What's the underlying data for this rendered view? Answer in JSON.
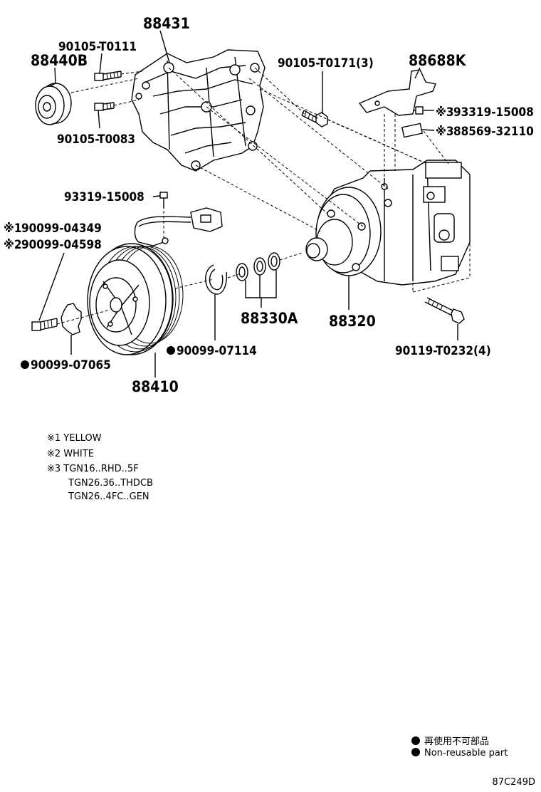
{
  "parts": {
    "bracket": "88431",
    "idler_pulley": "88440B",
    "bolt_top": "90105-T0111",
    "bolt_lower": "90105-T0083",
    "bolt_bracket": "90105-T0171(3)",
    "stay": "88688K",
    "screw_stay": "93319-15008",
    "screw_stay_prefix": "※3",
    "clip_stay": "88569-32110",
    "clip_stay_prefix": "※3",
    "screw_lead": "93319-15008",
    "shim_yellow": "90099-04349",
    "shim_yellow_prefix": "※1",
    "shim_white": "90099-04598",
    "shim_white_prefix": "※2",
    "snap_ring_hub": "90099-07065",
    "snap_ring_pulley": "90099-07114",
    "clutch": "88410",
    "shim_set": "88330A",
    "compressor": "88320",
    "bolt_compressor": "90119-T0232(4)"
  },
  "notes": [
    "※1 YELLOW",
    "※2 WHITE",
    "※3 TGN16..RHD..5F",
    "TGN26.36..THDCB",
    "TGN26..4FC..GEN"
  ],
  "legend": {
    "jp": "再使用不可部品",
    "en": "Non-reusable part"
  },
  "diagram_code": "87C249D"
}
